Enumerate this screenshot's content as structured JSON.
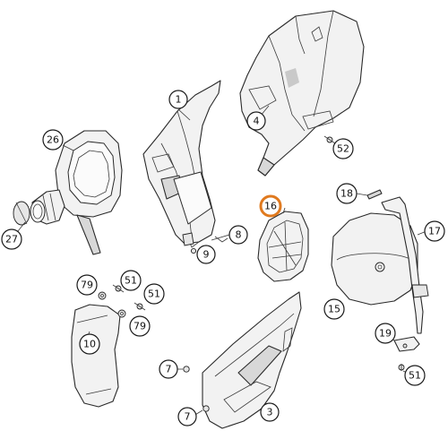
{
  "callouts": [
    {
      "id": "1",
      "label": "1"
    },
    {
      "id": "3",
      "label": "3"
    },
    {
      "id": "4",
      "label": "4"
    },
    {
      "id": "7a",
      "label": "7"
    },
    {
      "id": "7b",
      "label": "7"
    },
    {
      "id": "8",
      "label": "8"
    },
    {
      "id": "9",
      "label": "9"
    },
    {
      "id": "10",
      "label": "10"
    },
    {
      "id": "15",
      "label": "15"
    },
    {
      "id": "16",
      "label": "16",
      "highlighted": true
    },
    {
      "id": "17",
      "label": "17"
    },
    {
      "id": "18",
      "label": "18"
    },
    {
      "id": "19",
      "label": "19"
    },
    {
      "id": "26",
      "label": "26"
    },
    {
      "id": "27",
      "label": "27"
    },
    {
      "id": "51a",
      "label": "51"
    },
    {
      "id": "51b",
      "label": "51"
    },
    {
      "id": "51c",
      "label": "51"
    },
    {
      "id": "52",
      "label": "52"
    },
    {
      "id": "79a",
      "label": "79"
    },
    {
      "id": "79b",
      "label": "79"
    }
  ],
  "highlight_color": "#e07a1f"
}
